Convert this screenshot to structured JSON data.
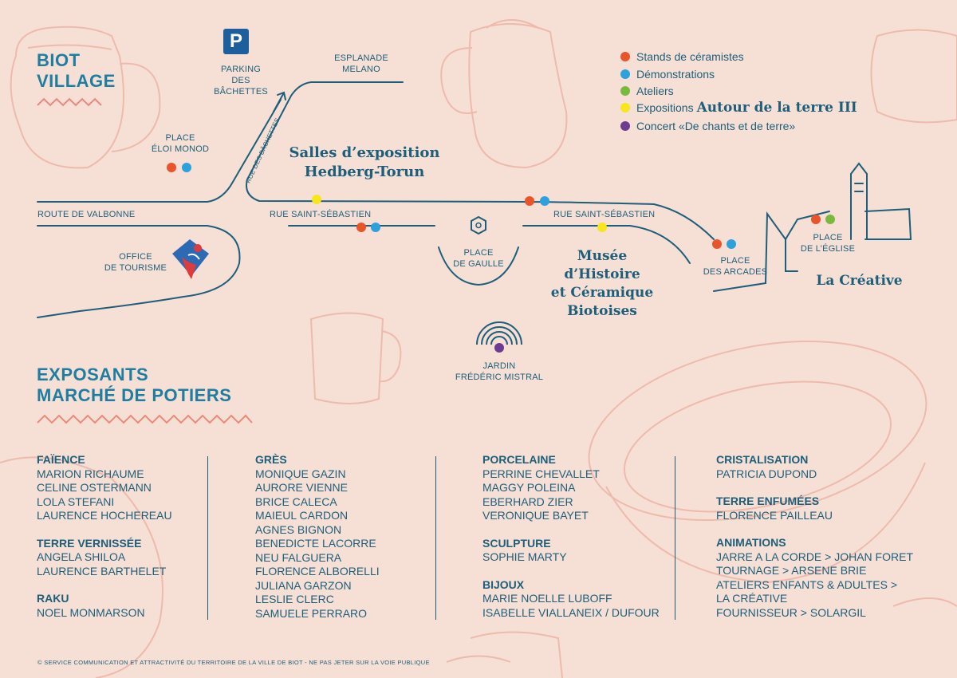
{
  "header": {
    "title_line1": "BIOT",
    "title_line2": "VILLAGE"
  },
  "colors": {
    "background": "#f6dfd5",
    "text": "#1d5f7a",
    "accent_orange": "#e8552b",
    "accent_blue": "#2da1dc",
    "accent_green": "#7bb93e",
    "accent_yellow": "#f6e61a",
    "accent_purple": "#6d3b8f",
    "zigzag": "#ec8a7a"
  },
  "legend": [
    {
      "label": "Stands de céramistes",
      "color": "#e8552b"
    },
    {
      "label": "Démonstrations",
      "color": "#2da1dc"
    },
    {
      "label": "Ateliers",
      "color": "#7bb93e"
    },
    {
      "label": "Expositions",
      "emphasis": "Autour de la terre III",
      "color": "#f6e61a"
    },
    {
      "label": "Concert «De chants et de terre»",
      "color": "#6d3b8f"
    }
  ],
  "map": {
    "parking_label_1": "PARKING",
    "parking_label_2": "DES BÂCHETTES",
    "parking_icon": "P",
    "esplanade_1": "ESPLANADE",
    "esplanade_2": "MELANO",
    "place_eloi_1": "PLACE",
    "place_eloi_2": "ÉLOI MONOD",
    "rue_bachettes": "RUE DES BÂCHETTES",
    "route_valbonne": "ROUTE DE VALBONNE",
    "rue_st_seb_1": "RUE SAINT-SÉBASTIEN",
    "rue_st_seb_2": "RUE SAINT-SÉBASTIEN",
    "office_1": "OFFICE",
    "office_2": "DE TOURISME",
    "salles_1": "Salles d’exposition",
    "salles_2": "Hedberg-Torun",
    "place_gaulle_1": "PLACE",
    "place_gaulle_2": "DE GAULLE",
    "musee_1": "Musée",
    "musee_2": "d’Histoire",
    "musee_3": "et Céramique",
    "musee_4": "Biotoises",
    "place_arcades_1": "PLACE",
    "place_arcades_2": "DES ARCADES",
    "place_eglise_1": "PLACE",
    "place_eglise_2": "DE L’ÉGLISE",
    "creative": "La Créative",
    "jardin_1": "JARDIN",
    "jardin_2": "FRÉDÉRIC MISTRAL"
  },
  "section": {
    "title_line1": "EXPOSANTS",
    "title_line2": "MARCHÉ DE POTIERS"
  },
  "columns": [
    [
      {
        "heading": "FAÏENCE",
        "items": [
          "MARION RICHAUME",
          "CELINE OSTERMANN",
          "LOLA STEFANI",
          "LAURENCE HOCHEREAU"
        ]
      },
      {
        "heading": "TERRE VERNISSÉE",
        "items": [
          "ANGELA SHILOA",
          "LAURENCE BARTHELET"
        ]
      },
      {
        "heading": "RAKU",
        "items": [
          "NOEL MONMARSON"
        ]
      }
    ],
    [
      {
        "heading": "GRÈS",
        "items": [
          "MONIQUE GAZIN",
          "AURORE VIENNE",
          "BRICE CALECA",
          "MAIEUL CARDON",
          "AGNES BIGNON",
          "BENEDICTE LACORRE",
          "NEU FALGUERA",
          "FLORENCE ALBORELLI",
          "JULIANA GARZON",
          "LESLIE CLERC",
          "SAMUELE PERRARO"
        ]
      }
    ],
    [
      {
        "heading": "PORCELAINE",
        "items": [
          "PERRINE CHEVALLET",
          "MAGGY POLEINA",
          "EBERHARD ZIER",
          "VERONIQUE BAYET"
        ]
      },
      {
        "heading": "SCULPTURE",
        "items": [
          "SOPHIE MARTY"
        ]
      },
      {
        "heading": "BIJOUX",
        "items": [
          "MARIE NOELLE LUBOFF",
          "ISABELLE VIALLANEIX / DUFOUR"
        ]
      }
    ],
    [
      {
        "heading": "CRISTALISATION",
        "items": [
          "PATRICIA DUPOND"
        ]
      },
      {
        "heading": "TERRE ENFUMÉES",
        "items": [
          "FLORENCE PAILLEAU"
        ]
      },
      {
        "heading": "ANIMATIONS",
        "items": [
          "JARRE A LA CORDE >  JOHAN FORET",
          "TOURNAGE >  ARSENE  BRIE",
          "ATELIERS ENFANTS & ADULTES >",
          "LA CRÉATIVE",
          "FOURNISSEUR > SOLARGIL"
        ]
      }
    ]
  ],
  "footer": {
    "credit": "© SERVICE COMMUNICATION ET ATTRACTIVITÉ DU TERRITOIRE DE LA VILLE DE BIOT - NE PAS JETER SUR LA VOIE PUBLIQUE"
  }
}
